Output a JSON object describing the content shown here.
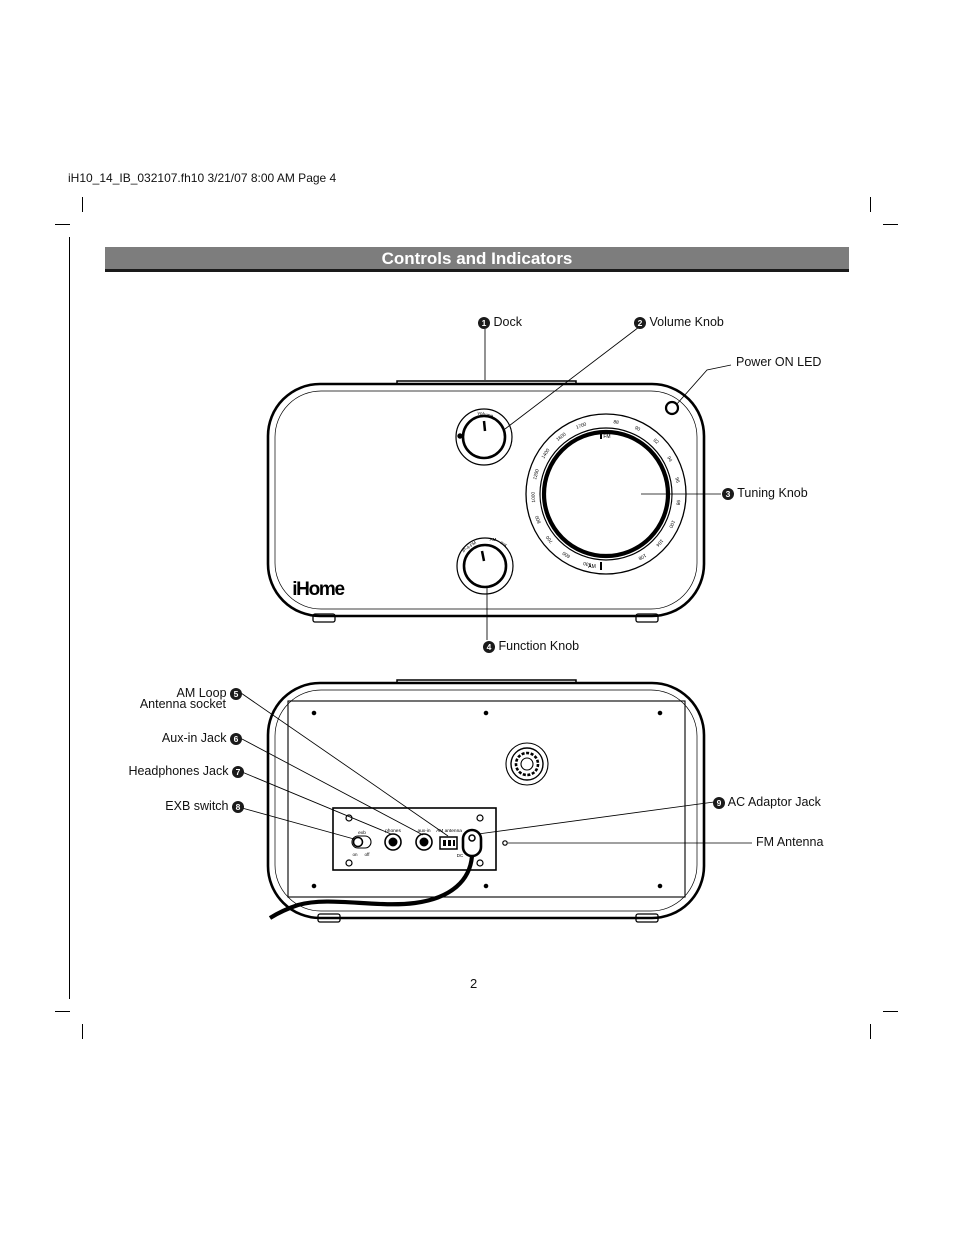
{
  "header": {
    "slug": "iH10_14_IB_032107.fh10 3/21/07 8:00 AM Page 4"
  },
  "section": {
    "title": "Controls and Indicators"
  },
  "front_view": {
    "brand": "iHome",
    "volume_word": "volume",
    "function_words": [
      "iP-4-FM",
      "AM",
      "aux"
    ],
    "dial_fm": [
      "88",
      "90",
      "92",
      "94",
      "96",
      "98",
      "100",
      "104",
      "108"
    ],
    "dial_am": [
      "530",
      "600",
      "700",
      "800",
      "1000",
      "1200",
      "1400",
      "1600",
      "1700"
    ],
    "dial_band_fm": "FM",
    "dial_band_am": "AM"
  },
  "back_view": {
    "panel": [
      "exb",
      "phones",
      "aux-in",
      "AM antenna"
    ],
    "switch_states": [
      "on",
      "off"
    ],
    "dc_label": "DC"
  },
  "callouts": {
    "c1": {
      "num": "1",
      "text": "Dock"
    },
    "c2": {
      "num": "2",
      "text": "Volume Knob"
    },
    "led": {
      "text": "Power ON LED"
    },
    "c3": {
      "num": "3",
      "text": "Tuning Knob"
    },
    "c4": {
      "num": "4",
      "text": "Function Knob"
    },
    "c5": {
      "num": "5",
      "line1": "AM Loop",
      "line2": "Antenna socket"
    },
    "c6": {
      "num": "6",
      "text": "Aux-in Jack"
    },
    "c7": {
      "num": "7",
      "text": "Headphones Jack"
    },
    "c8": {
      "num": "8",
      "text": "EXB switch"
    },
    "c9": {
      "num": "9",
      "text": "AC Adaptor Jack"
    },
    "fm": {
      "text": "FM Antenna"
    }
  },
  "footer": {
    "page_number": "2"
  }
}
